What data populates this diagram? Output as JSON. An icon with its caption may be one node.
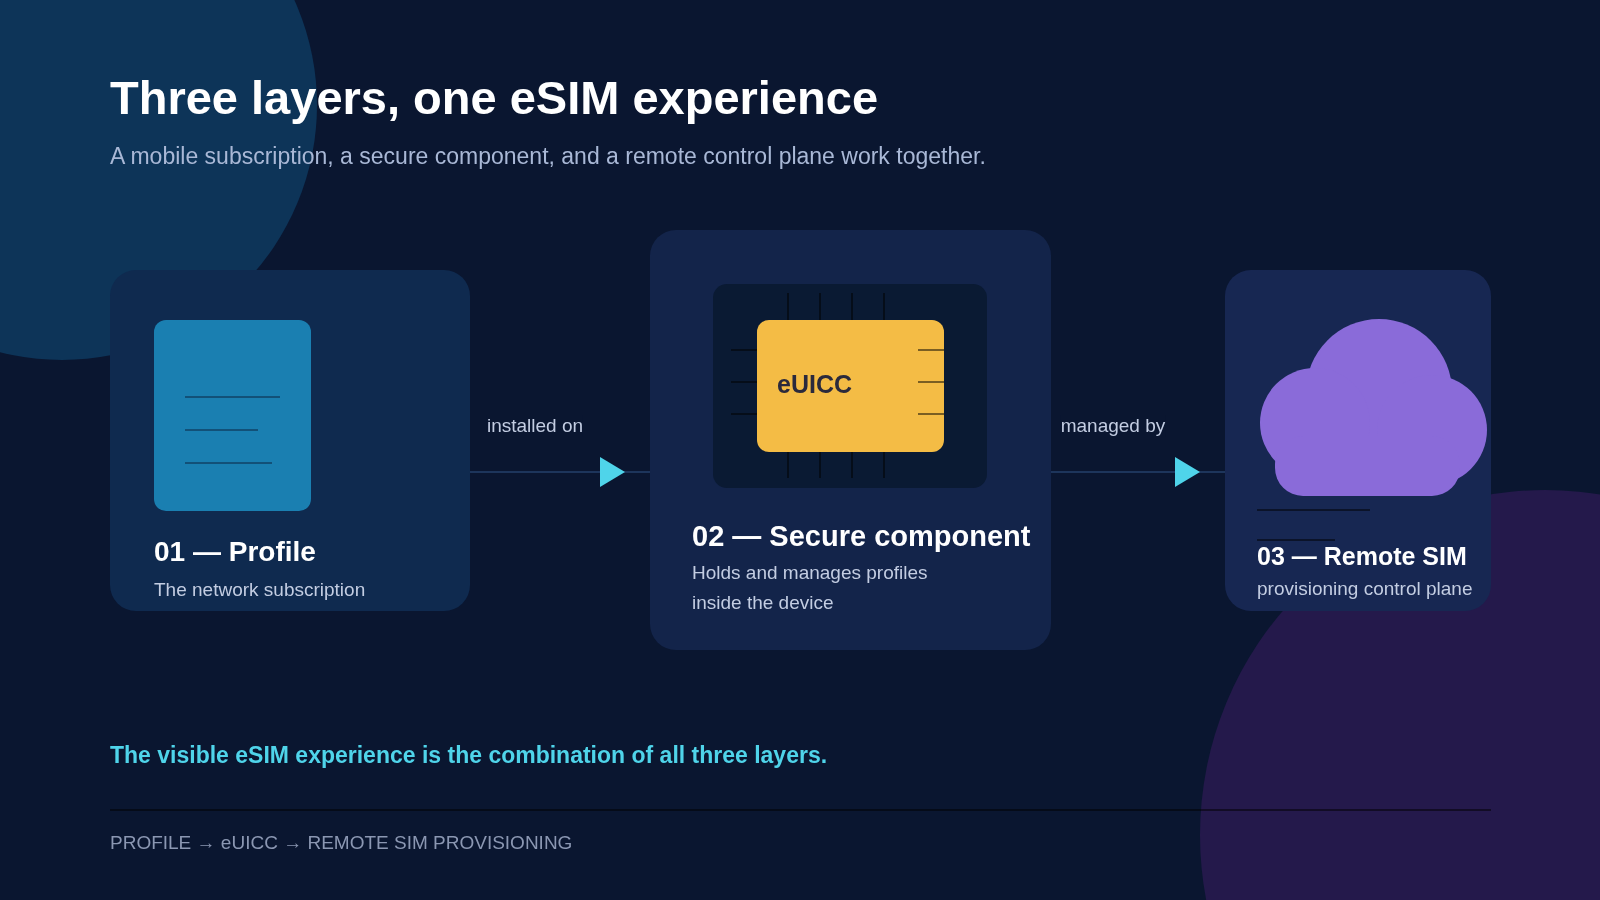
{
  "diagram": {
    "title": "Three layers, one eSIM experience",
    "caption": "A mobile subscription, a secure component, and a remote control plane work together.",
    "nodes": [
      {
        "text": [
          "01 — Profile",
          "The network subscription"
        ]
      },
      {
        "text": [
          "02 — Secure component",
          "Holds and manages profiles inside the device"
        ]
      },
      {
        "text": [
          "eUICC"
        ],
        "in": 1
      },
      {
        "text": [
          "03 — Remote SIM",
          "provisioning control plane"
        ]
      }
    ],
    "edges": [
      {
        "from": 0,
        "to": 1,
        "arrow": "to",
        "label": "installed on"
      },
      {
        "from": 1,
        "to": 3,
        "arrow": "to",
        "label": "managed by"
      }
    ],
    "labels": [
      "The visible eSIM experience is the combination of all three layers.",
      "PROFILE → eUICC → REMOTE SIM PROVISIONING"
    ]
  }
}
